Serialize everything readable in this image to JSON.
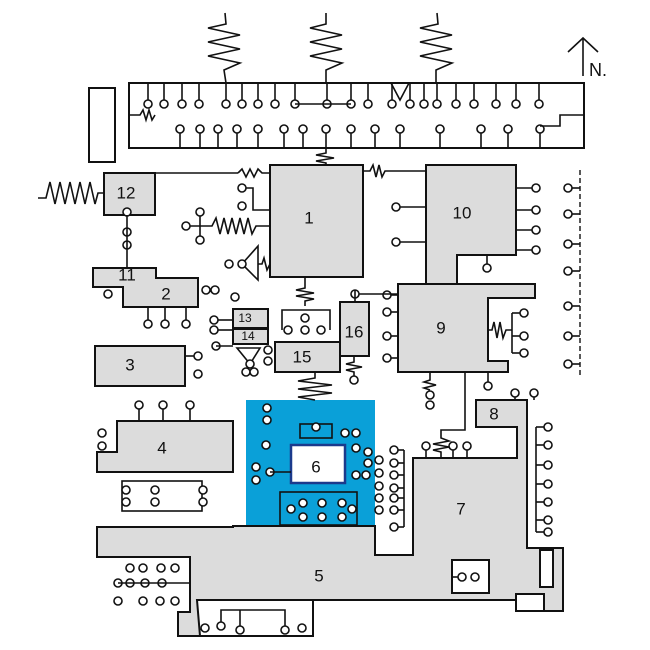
{
  "diagram": {
    "north_label": "N.",
    "blocks": [
      {
        "id": "1",
        "label": "1"
      },
      {
        "id": "2",
        "label": "2"
      },
      {
        "id": "3",
        "label": "3"
      },
      {
        "id": "4",
        "label": "4"
      },
      {
        "id": "5",
        "label": "5"
      },
      {
        "id": "6",
        "label": "6",
        "highlighted": true
      },
      {
        "id": "7",
        "label": "7"
      },
      {
        "id": "8",
        "label": "8"
      },
      {
        "id": "9",
        "label": "9"
      },
      {
        "id": "10",
        "label": "10"
      },
      {
        "id": "11",
        "label": "11"
      },
      {
        "id": "12",
        "label": "12"
      },
      {
        "id": "13",
        "label": "13"
      },
      {
        "id": "14",
        "label": "14"
      },
      {
        "id": "15",
        "label": "15"
      },
      {
        "id": "16",
        "label": "16"
      }
    ],
    "colors": {
      "block_fill": "#dcdcdc",
      "highlight": "#0aa0d8",
      "block6_border": "#1b3a8c",
      "line": "#111111"
    }
  }
}
